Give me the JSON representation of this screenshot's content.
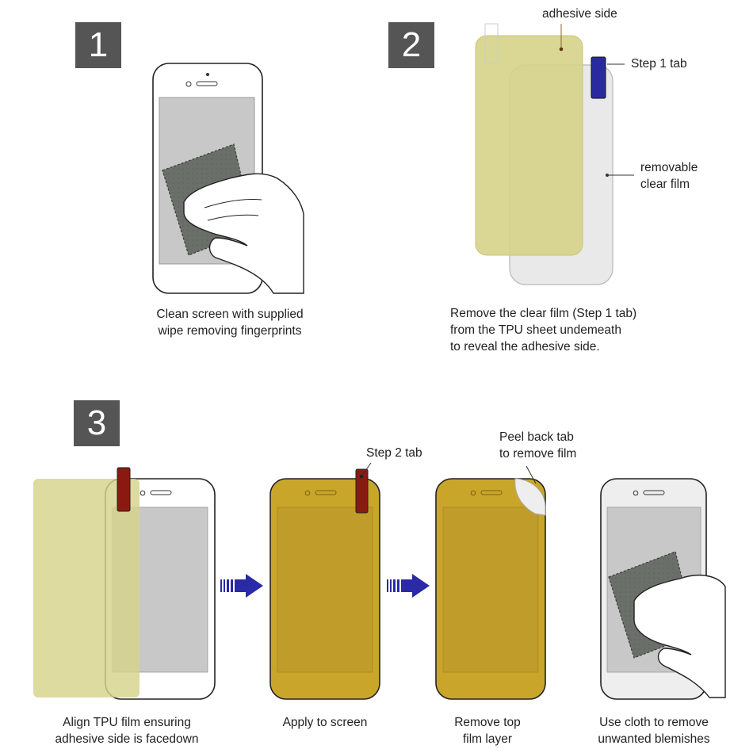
{
  "steps": [
    {
      "number": "1",
      "caption": [
        "Clean screen with supplied",
        "wipe removing fingerprints"
      ]
    },
    {
      "number": "2",
      "labels": {
        "adhesive": "adhesive side",
        "tab": "Step 1 tab",
        "film": [
          "removable",
          "clear film"
        ]
      },
      "caption": [
        "Remove the clear film (Step 1 tab)",
        "from the TPU sheet undemeath",
        "to reveal the adhesive side."
      ]
    },
    {
      "number": "3",
      "labels": {
        "tab2": "Step 2 tab",
        "peel": [
          "Peel back tab",
          "to remove film"
        ]
      },
      "panels": [
        {
          "caption": [
            "Align TPU film ensuring",
            "adhesive side is facedown"
          ]
        },
        {
          "caption": [
            "Apply to screen"
          ]
        },
        {
          "caption": [
            "Remove top",
            "film layer"
          ]
        },
        {
          "caption": [
            "Use cloth to remove",
            "unwanted blemishes"
          ]
        }
      ]
    }
  ],
  "colors": {
    "badge": "#555555",
    "adhesive_film": "#d6d38a",
    "applied_film": "#c9a62a",
    "tab_blue": "#2a2aa0",
    "tab_red": "#8a1a10",
    "arrow": "#2a2aa8"
  }
}
